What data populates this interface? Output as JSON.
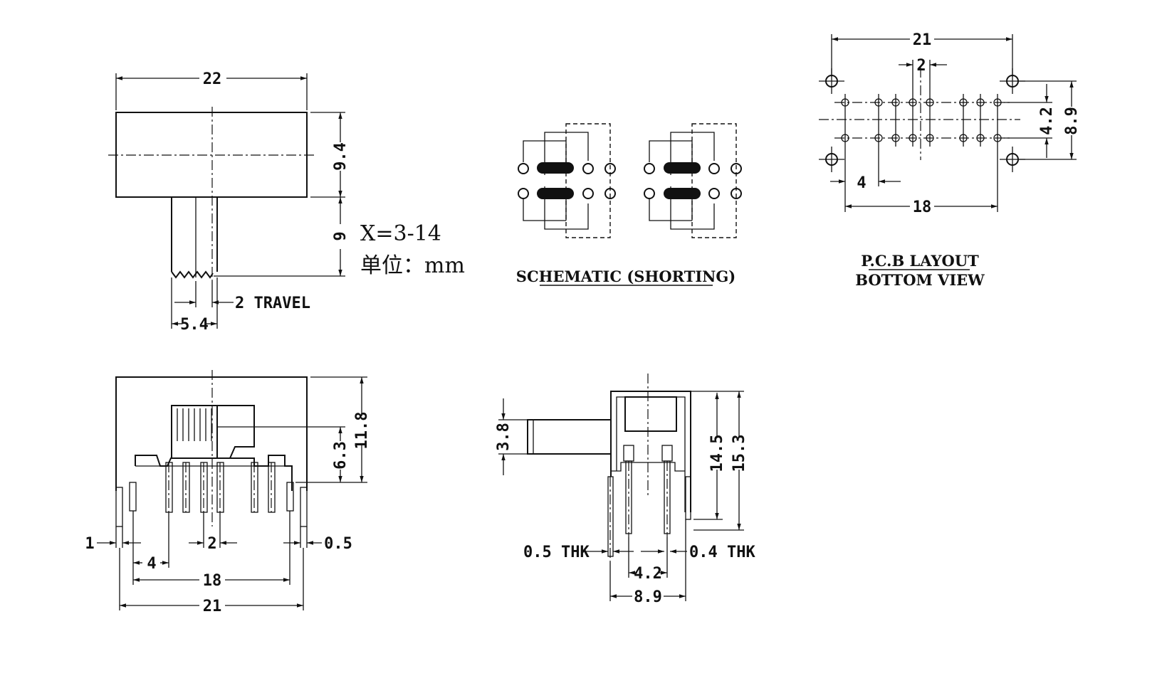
{
  "front_view": {
    "width": "22",
    "height": "9.4",
    "actuator_length": "9",
    "x_range": "X=3-14",
    "unit": "单位：mm",
    "travel": "2 TRAVEL",
    "actuator_width": "5.4"
  },
  "schematic": {
    "title": "SCHEMATIC (SHORTING)"
  },
  "pcb_layout": {
    "title_line1": "P.C.B LAYOUT",
    "title_line2": "BOTTOM VIEW",
    "total_width": "21",
    "pin_pitch": "2",
    "row_spacing": "4.2",
    "mount_spacing": "8.9",
    "offset": "4",
    "pin_span": "18"
  },
  "side_view": {
    "total_height": "11.8",
    "body_height": "6.3",
    "pin_width": "1",
    "pin_thickness": "0.5",
    "offset": "4",
    "pitch": "2",
    "pin_span": "18",
    "total_width": "21"
  },
  "end_view": {
    "actuator_height": "3.8",
    "body_height": "14.5",
    "total_height": "15.3",
    "left_thickness": "0.5 THK",
    "right_thickness": "0.4 THK",
    "row_spacing": "4.2",
    "mount_spacing": "8.9"
  }
}
